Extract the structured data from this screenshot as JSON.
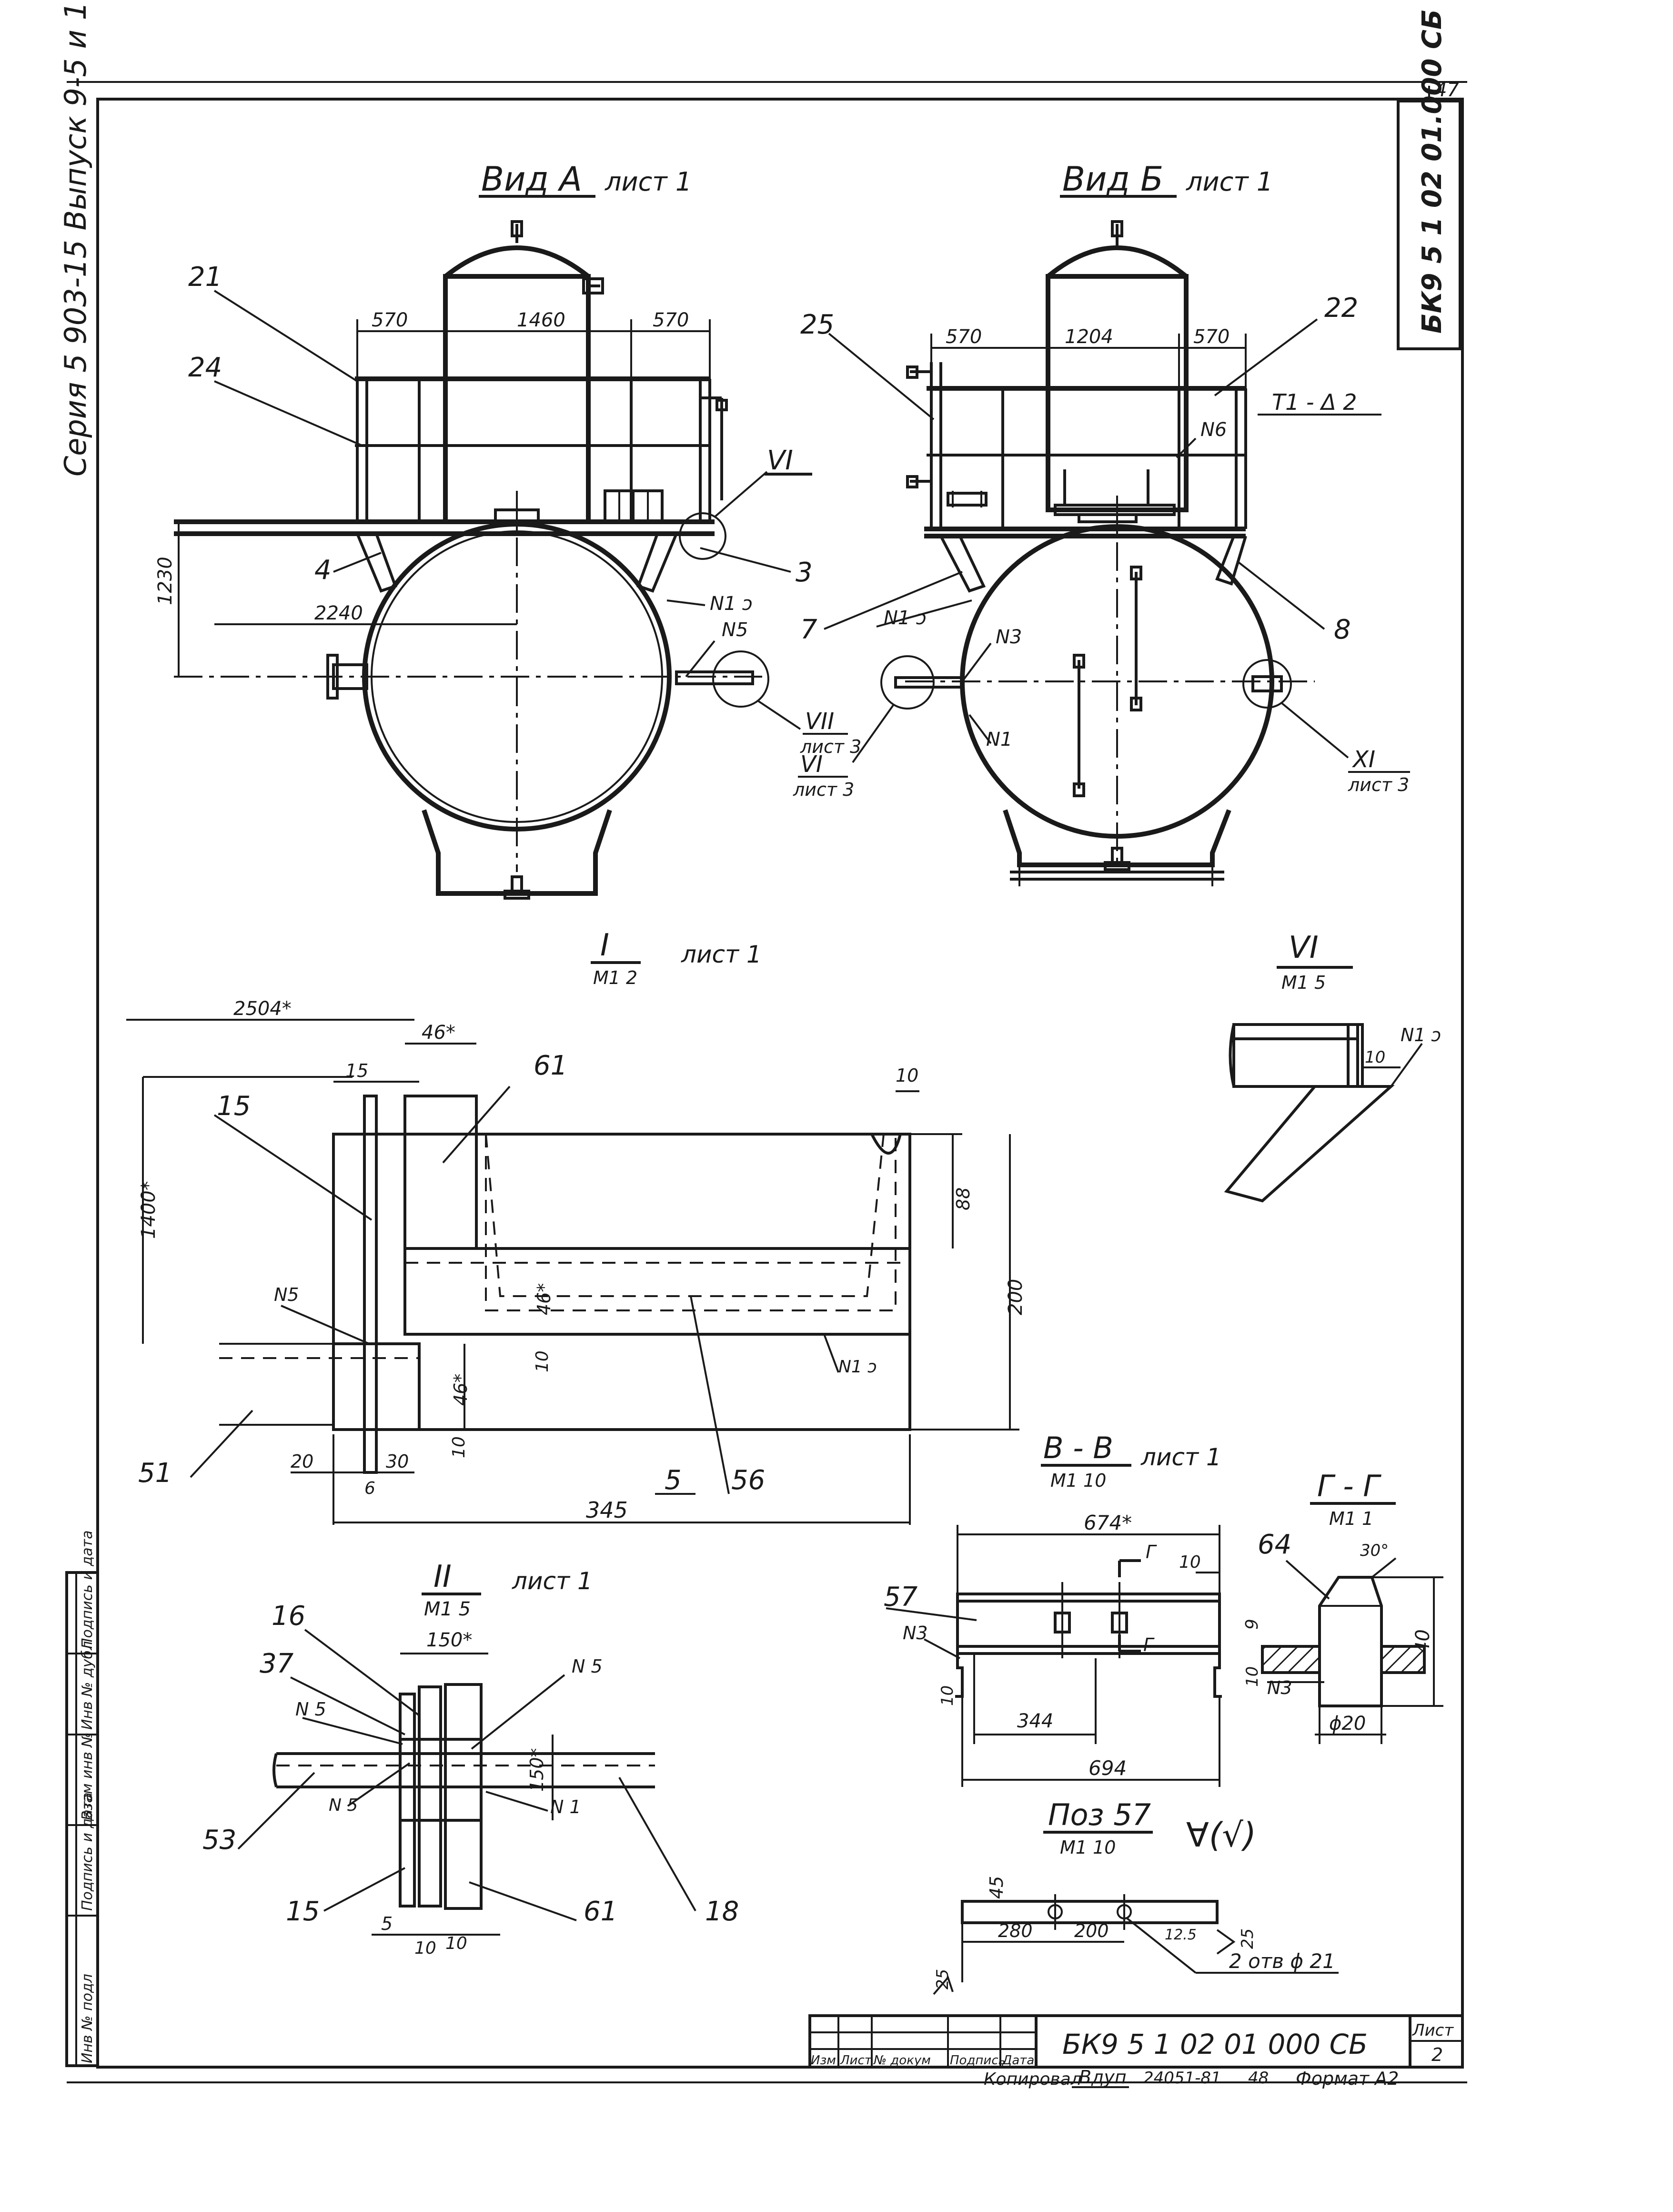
{
  "sheet_number_corner": "47",
  "side_code": "БК9 5 1 02 01.000 СБ",
  "side_series": "Серия 5 903-15  Выпуск 9-5 и 1",
  "view_a": {
    "title": "Вид А",
    "sheet_ref": "лист 1",
    "dims": [
      "570",
      "1460",
      "570",
      "1230",
      "2240"
    ],
    "callouts": [
      "21",
      "24",
      "4",
      "3",
      "N1 ɔ",
      "N5",
      "VI"
    ],
    "detail_ref": {
      "num": "VII",
      "sheet": "лист 3"
    }
  },
  "view_b": {
    "title": "Вид Б",
    "sheet_ref": "лист 1",
    "dims": [
      "570",
      "1204",
      "570"
    ],
    "callouts": [
      "25",
      "22",
      "T1 - Δ 2",
      "N6",
      "7",
      "N1 ɔ",
      "N3",
      "N1",
      "8"
    ],
    "detail_ref_left": {
      "num": "VI",
      "sheet": "лист 3"
    },
    "detail_ref_right": {
      "num": "XI",
      "sheet": "лист 3"
    }
  },
  "section_1": {
    "roman": "I",
    "scale": "М1 2",
    "sheet_ref": "лист 1",
    "dims": [
      "2504*",
      "46*",
      "15",
      "10",
      "88",
      "200",
      "1400*",
      "46*",
      "46*",
      "10",
      "10",
      "20",
      "30",
      "6",
      "345"
    ],
    "callouts": [
      "15",
      "61",
      "N5",
      "N1 ɔ",
      "51",
      "5",
      "56"
    ]
  },
  "section_6": {
    "roman": "VI",
    "scale": "М1 5",
    "dims": [
      "10"
    ],
    "callouts": [
      "N1 ɔ"
    ]
  },
  "section_2": {
    "roman": "II",
    "scale": "М1 5",
    "sheet_ref": "лист 1",
    "dims": [
      "150*",
      "150*",
      "5",
      "10",
      "10"
    ],
    "callouts": [
      "16",
      "37",
      "N 5",
      "N 5",
      "N 5",
      "53",
      "N 1",
      "15",
      "61",
      "18"
    ]
  },
  "section_bb": {
    "title": "В - В",
    "scale": "М1 10",
    "sheet_ref": "лист 1",
    "dims": [
      "674*",
      "10",
      "344",
      "694",
      "10",
      "Г",
      "Г"
    ],
    "callouts": [
      "57",
      "N3"
    ]
  },
  "section_gg": {
    "title": "Г - Г",
    "scale": "М1 1",
    "dims": [
      "30°",
      "40",
      "9",
      "10",
      "ϕ20"
    ],
    "callouts": [
      "64",
      "N3"
    ]
  },
  "poz57": {
    "title": "Поз 57",
    "scale": "М1 10",
    "roughness": "∀(√)",
    "dims": [
      "45",
      "280",
      "200",
      "25",
      "25"
    ],
    "holes_note": "2 отв ϕ 21",
    "roughness_small": "12.5"
  },
  "title_block": {
    "doc_code": "БК9 5 1 02 01 000 СБ",
    "sheet_label": "Лист",
    "sheet_value": "2",
    "cols": [
      "Изм",
      "Лист",
      "№ докум",
      "Подпись",
      "Дата"
    ]
  },
  "left_strip": [
    "Инв № подл",
    "Подпись и дата",
    "Взам инв №",
    "Инв № дубл",
    "Подпись и дата"
  ],
  "footer": {
    "copied": "Копировал",
    "copier": "Вдуп",
    "order": "24051-81",
    "num": "48",
    "format": "Формат А2"
  }
}
